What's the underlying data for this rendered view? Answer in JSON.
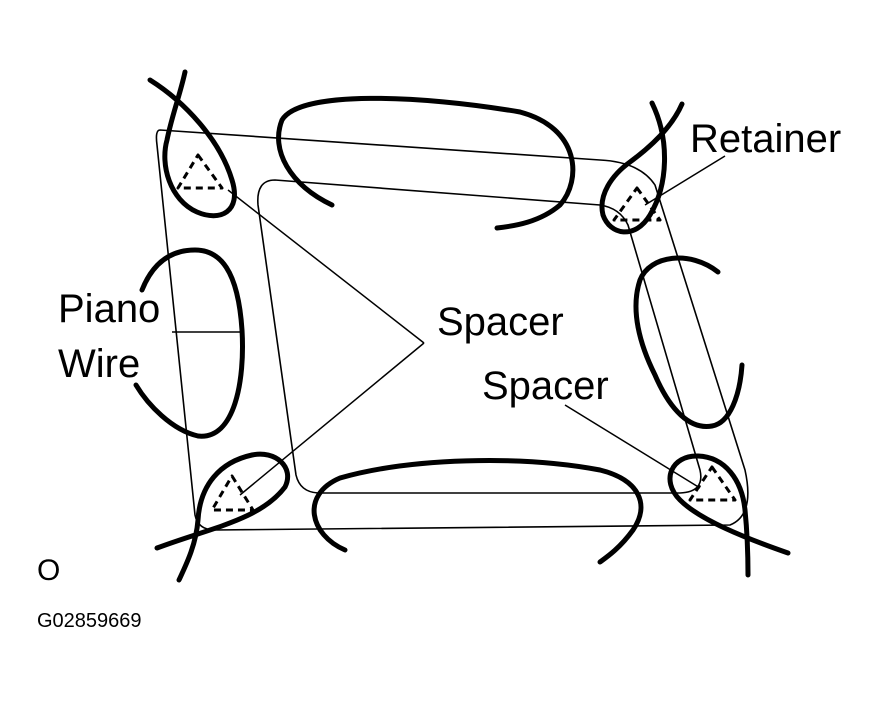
{
  "diagram": {
    "labels": {
      "retainer": "Retainer",
      "piano_wire_line1": "Piano",
      "piano_wire_line2": "Wire",
      "spacer_upper": "Spacer",
      "spacer_lower": "Spacer",
      "marker": "O",
      "figure_code": "G02859669"
    }
  }
}
